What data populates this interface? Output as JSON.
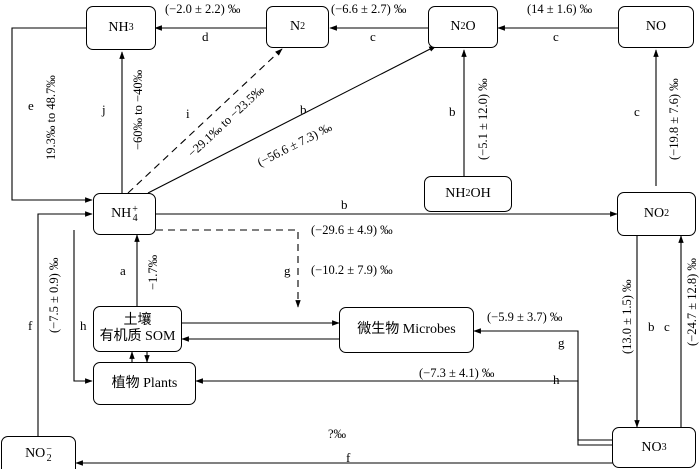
{
  "nodes": {
    "nh3": {
      "label": "NH",
      "sub": "3"
    },
    "n2": {
      "label": "N",
      "sub": "2"
    },
    "n2o": {
      "label": "N",
      "sub": "2",
      "tail": "O"
    },
    "no": {
      "label": "NO"
    },
    "nh2oh": {
      "label": "NH",
      "sub": "2",
      "tail": "OH"
    },
    "nh4": {
      "label": "NH",
      "sub": "4",
      "sup": "+"
    },
    "no2": {
      "label": "NO",
      "sub": "2"
    },
    "som": {
      "line1": "土壤",
      "line2": "有机质 SOM"
    },
    "microbes": {
      "label": "微生物 Microbes"
    },
    "plants": {
      "label": "植物 Plants"
    },
    "no3": {
      "label": "NO",
      "sub": "3"
    },
    "no2m": {
      "label": "NO",
      "sub": "2",
      "sup": "−"
    }
  },
  "labels": {
    "n2_to_nh3_value": "(−2.0 ± 2.2) ‰",
    "n2_to_nh3_letter": "d",
    "n2o_to_n2_value": "(−6.6 ± 2.7) ‰",
    "n2o_to_n2_letter": "c",
    "no_to_n2o_value": "(14 ± 1.6) ‰",
    "no_to_n2o_letter": "c",
    "e_value": "19.3‰ to 48.7‰",
    "e_letter": "e",
    "j_value": "−60‰ to −40‰",
    "j_letter": "j",
    "i_value": "−29.1‰ to −23.5‰",
    "i_letter": "i",
    "b_n2o_value": "(−56.6 ± 7.3) ‰",
    "b_n2o_letter": "b",
    "nh2oh_value": "(−5.1 ± 12.0) ‰",
    "nh2oh_letter": "b",
    "no2_to_no_value": "(−19.8 ± 7.6) ‰",
    "no2_to_no_letter": "c",
    "nh4_to_no2_letter": "b",
    "g_dash_value": "(−29.6 ± 4.9) ‰",
    "g_value": "(−10.2 ± 7.9) ‰",
    "g_letter": "g",
    "a_value": "−1.7‰",
    "a_letter": "a",
    "f_left_value": "(−7.5 ± 0.9) ‰",
    "f_left_letter": "f",
    "h_left_letter": "h",
    "no2_to_no3_value": "(13.0 ± 1.5) ‰",
    "no2_to_no3_letter": "b",
    "no3_to_no2_value": "(−24.7 ± 12.8) ‰",
    "no3_to_no2_letter": "c",
    "no3_micro_value": "(−5.9 ± 3.7) ‰",
    "no3_micro_letter": "g",
    "no3_plants_value": "(−7.3 ± 4.1) ‰",
    "no3_plants_letter": "h",
    "no2m_value": "?‰",
    "no2m_letter": "f"
  }
}
